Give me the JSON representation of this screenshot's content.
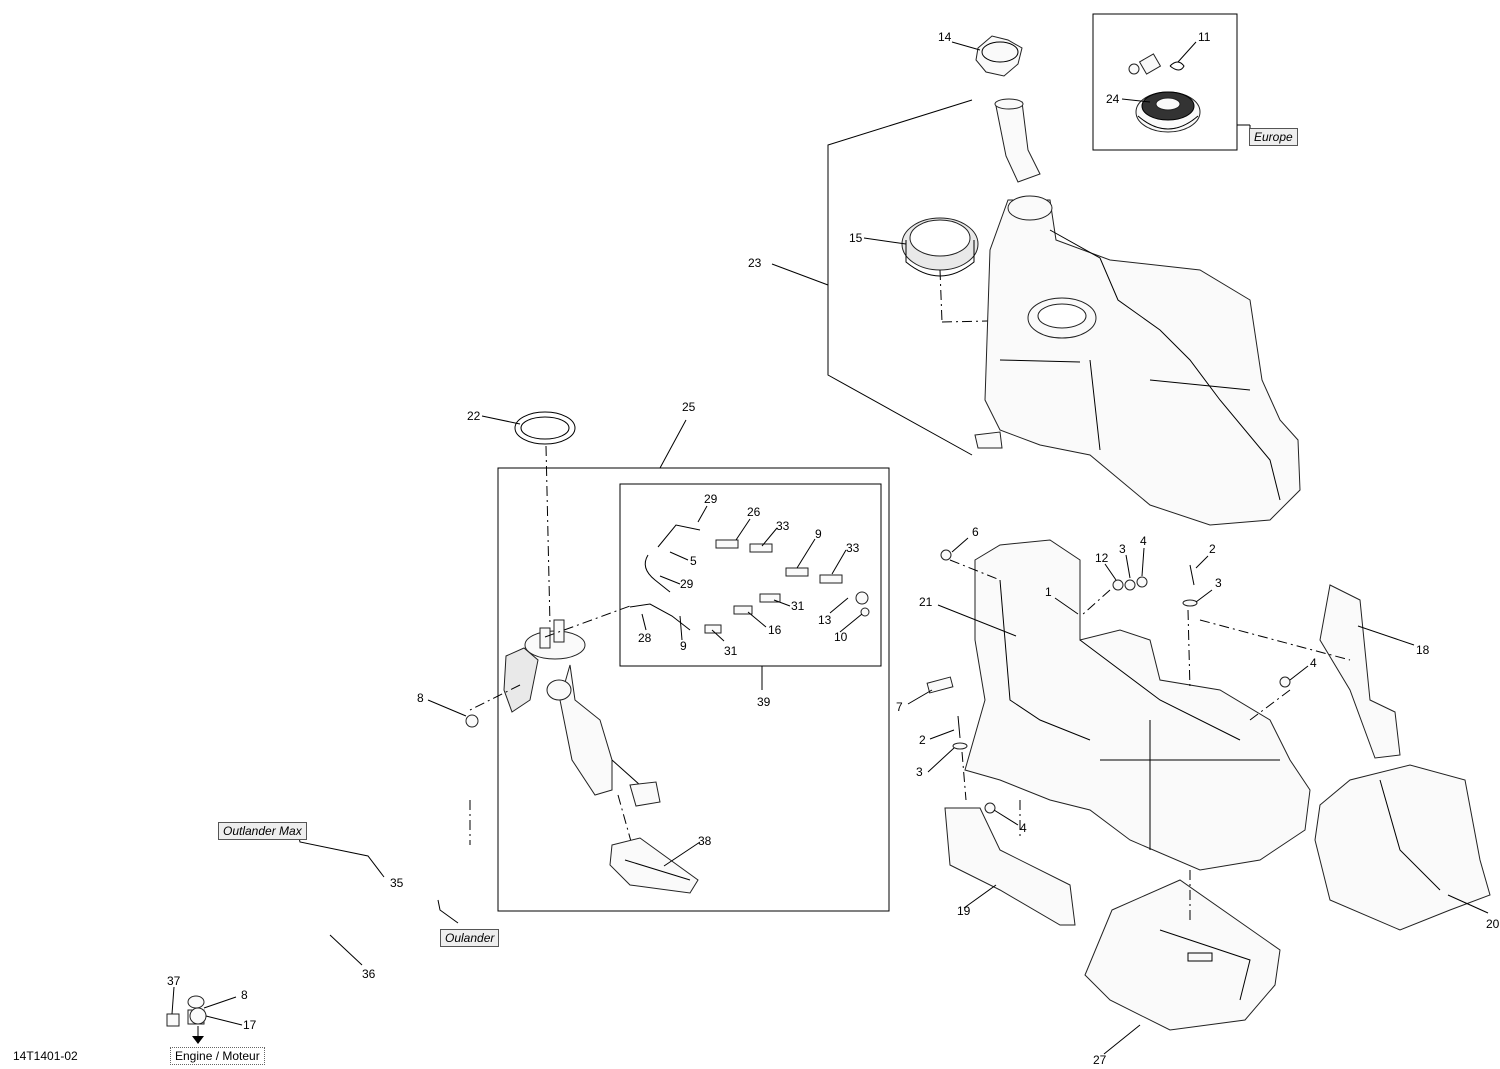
{
  "drawing_ref": "14T1401-02",
  "labels": {
    "europe": "Europe",
    "outlander_max": "Outlander Max",
    "oulander": "Oulander",
    "engine": "Engine / Moteur"
  },
  "callouts": {
    "n14": "14",
    "n11": "11",
    "n24": "24",
    "n15": "15",
    "n23": "23",
    "n22": "22",
    "n25": "25",
    "n29a": "29",
    "n26": "26",
    "n33a": "33",
    "n9a": "9",
    "n33b": "33",
    "n5": "5",
    "n29b": "29",
    "n31a": "31",
    "n13": "13",
    "n10": "10",
    "n28": "28",
    "n9b": "9",
    "n16": "16",
    "n31b": "31",
    "n39": "39",
    "n8a": "8",
    "n38": "38",
    "n35": "35",
    "n36": "36",
    "n37": "37",
    "n8b": "8",
    "n17": "17",
    "n6": "6",
    "n12": "12",
    "n3a": "3",
    "n4a": "4",
    "n2a": "2",
    "n3b": "3",
    "n1": "1",
    "n21": "21",
    "n18": "18",
    "n4b": "4",
    "n7": "7",
    "n2b": "2",
    "n3c": "3",
    "n4c": "4",
    "n19": "19",
    "n20": "20",
    "n27": "27"
  }
}
